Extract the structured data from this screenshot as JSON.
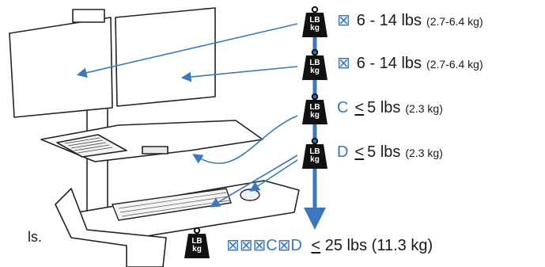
{
  "spec_rows": [
    {
      "letters": "⊠",
      "range": "6 - 14 lbs",
      "metric": "(2.7-6.4 kg)"
    },
    {
      "letters": "⊠",
      "range": "6 - 14 lbs",
      "metric": "(2.7-6.4 kg)"
    },
    {
      "letters": "C",
      "le": "<",
      "range": "5 lbs",
      "metric": "(2.3 kg)"
    },
    {
      "letters": "D",
      "le": "<",
      "range": "5 lbs",
      "metric": "(2.3 kg)"
    }
  ],
  "weight_icon": {
    "line1": "LB",
    "line2": "kg",
    "icon_name": "weight-icon"
  },
  "total": {
    "letters": "⊠⊠⊠C⊠D",
    "le": "<",
    "value": "25 lbs (11.3 kg)"
  },
  "side_text": "ls.",
  "colors": {
    "accent": "#3a77bd",
    "ink": "#1a1a1a",
    "weight": "#111111"
  }
}
